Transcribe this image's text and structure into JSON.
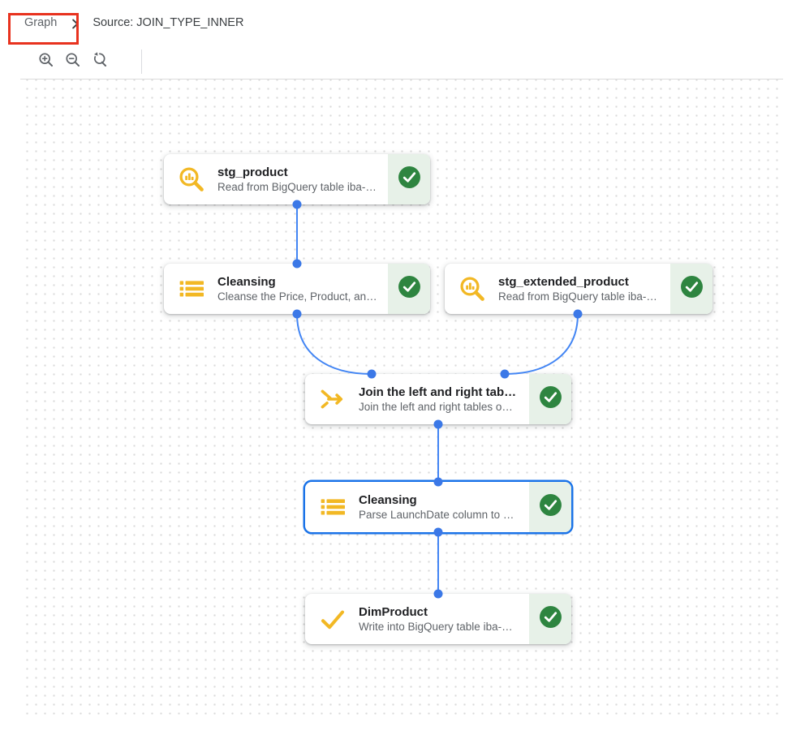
{
  "breadcrumb": {
    "items": [
      {
        "label": "Graph"
      },
      {
        "label": "Source: JOIN_TYPE_INNER"
      }
    ]
  },
  "toolbar": {
    "buttons": [
      {
        "id": "zoom-in",
        "icon": "zoom-in-icon"
      },
      {
        "id": "zoom-out",
        "icon": "zoom-out-icon"
      },
      {
        "id": "zoom-reset",
        "icon": "zoom-reset-icon"
      }
    ]
  },
  "graph": {
    "nodes": [
      {
        "title": "stg_product",
        "subtitle": "Read from BigQuery table iba-…",
        "icon": "search-data-icon",
        "status": "success",
        "selected": false
      },
      {
        "title": "Cleansing",
        "subtitle": "Cleanse the Price, Product, an…",
        "icon": "list-icon",
        "status": "success",
        "selected": false
      },
      {
        "title": "stg_extended_product",
        "subtitle": "Read from BigQuery table iba-…",
        "icon": "search-data-icon",
        "status": "success",
        "selected": false
      },
      {
        "title": "Join the left and right tab…",
        "subtitle": "Join the left and right tables o…",
        "icon": "join-icon",
        "status": "success",
        "selected": false
      },
      {
        "title": "Cleansing",
        "subtitle": "Parse LaunchDate column to …",
        "icon": "list-icon",
        "status": "success",
        "selected": true
      },
      {
        "title": "DimProduct",
        "subtitle": "Write into BigQuery table iba-…",
        "icon": "check-icon",
        "status": "success",
        "selected": false
      }
    ],
    "edges": [
      {
        "from": "stg_product",
        "to": "Cleansing (upper)"
      },
      {
        "from": "Cleansing (upper)",
        "to": "Join the left and right tab…"
      },
      {
        "from": "stg_extended_product",
        "to": "Join the left and right tab…"
      },
      {
        "from": "Join the left and right tab…",
        "to": "Cleansing (lower)"
      },
      {
        "from": "Cleansing (lower)",
        "to": "DimProduct"
      }
    ]
  },
  "colors": {
    "accent_blue": "#1a73e8",
    "edge_blue": "#4285f4",
    "port_blue": "#3b78e7",
    "icon_amber": "#f2b824",
    "success_green": "#2e8540",
    "success_bg": "#e7f1e8",
    "annotation_red": "#e8321e"
  }
}
